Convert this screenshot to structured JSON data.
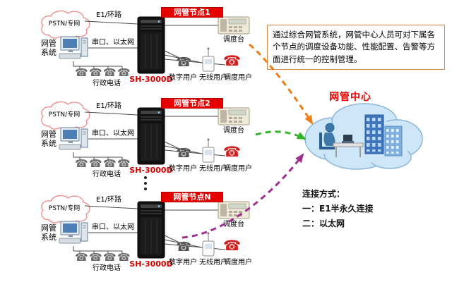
{
  "description": "通过综合网管系统，网管中心人员可对下属各个节点的调度设备功能、性能配置、告警等方面进行统一的控制管理。",
  "center": {
    "label": "网管中心"
  },
  "connection": {
    "title": "连接方式：",
    "method1": "一：E1半永久连接",
    "method2": "二：以太网"
  },
  "icons": {
    "phone": "☎"
  },
  "colors": {
    "banner_red": "#e60000",
    "arrow_orange": "#ef7c1a",
    "arrow_green": "#33b52b",
    "arrow_purple": "#a0308f"
  },
  "nodes": [
    {
      "banner": "网管节点1",
      "pstn_label": "PSTN/专网",
      "e1_label": "E1/环路",
      "nms_label": "网管系统",
      "serial_label": "串口、以太网",
      "server_label": "SH-3000D",
      "console_label": "调度台",
      "digital_user_label": "数字用户",
      "wireless_user_label": "无线用户",
      "dispatch_user_label": "调度用户",
      "admin_phone_label": "行政电话"
    },
    {
      "banner": "网管节点2",
      "pstn_label": "PSTN/专网",
      "e1_label": "E1/环路",
      "nms_label": "网管系统",
      "serial_label": "串口、以太网",
      "server_label": "SH-3000D",
      "console_label": "调度台",
      "digital_user_label": "数字用户",
      "wireless_user_label": "无线用户",
      "dispatch_user_label": "调度用户",
      "admin_phone_label": "行政电话"
    },
    {
      "banner": "网管节点N",
      "pstn_label": "PSTN/专网",
      "e1_label": "E1/环路",
      "nms_label": "网管系统",
      "serial_label": "串口、以太网",
      "server_label": "SH-3000D",
      "console_label": "调度台",
      "digital_user_label": "数字用户",
      "wireless_user_label": "无线用户",
      "dispatch_user_label": "调度用户",
      "admin_phone_label": "行政电话"
    }
  ]
}
